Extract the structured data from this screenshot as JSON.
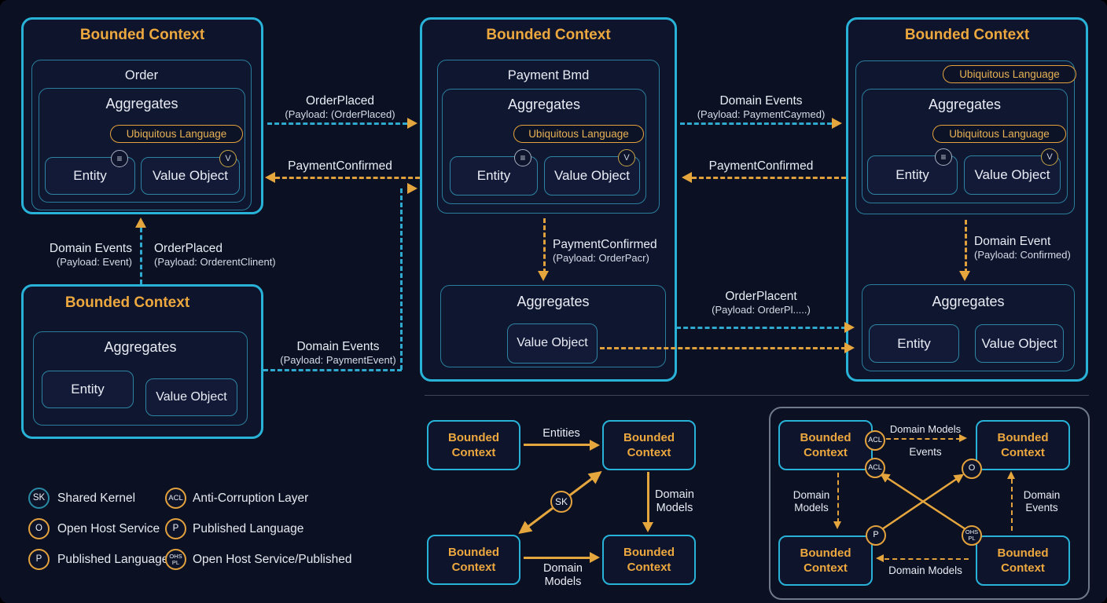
{
  "colors": {
    "background": "#0b1022",
    "context_border": "#29b2d8",
    "inner_border": "#2a7e9c",
    "accent_orange": "#e6a63e",
    "title_orange": "#eca83f",
    "text_white": "#e9ecf4",
    "dashed_cyan": "#2fa9ce",
    "container_gray": "#6f7989"
  },
  "contexts": {
    "order": {
      "title": "Bounded Context",
      "name": "Order",
      "aggregates_label": "Aggregates",
      "pill": "Ubiquitous Language",
      "entity": "Entity",
      "value_object": "Value Object"
    },
    "payment": {
      "title": "Bounded Context",
      "name": "Payment Bmd",
      "aggregates_label": "Aggregates",
      "pill": "Ubiquitous Language",
      "entity": "Entity",
      "value_object": "Value Object",
      "lower_aggregates_label": "Aggregates",
      "lower_value_object": "Value Object"
    },
    "right": {
      "title": "Bounded Context",
      "outer_pill": "Ubiquitous Language",
      "aggregates_label": "Aggregates",
      "pill": "Ubiquitous Language",
      "entity": "Entity",
      "value_object": "Value Object",
      "lower_aggregates_label": "Aggregates",
      "lower_entity": "Entity",
      "lower_value_object": "Value Object"
    },
    "bottom_left": {
      "title": "Bounded Context",
      "aggregates_label": "Aggregates",
      "entity": "Entity",
      "value_object": "Value Object"
    }
  },
  "edges": {
    "order_placed": {
      "title": "OrderPlaced",
      "payload": "(Payload: (OrderPlaced)"
    },
    "payment_confirmed_left": {
      "title": "PaymentConfirmed"
    },
    "domain_events_up": {
      "title": "Domain Events",
      "payload": "(Payload: Event)"
    },
    "order_placed_up": {
      "title": "OrderPlaced",
      "payload": "(Payload: OrderentClinent)"
    },
    "domain_events_payment": {
      "title": "Domain Events",
      "payload": "(Payload: PaymentEvent)"
    },
    "domain_events_right": {
      "title": "Domain Events",
      "payload": "(Payload: PaymentCaymed)"
    },
    "payment_confirmed_right": {
      "title": "PaymentConfirmed"
    },
    "payment_confirmed_down": {
      "title": "PaymentConfirmed",
      "payload": "(Payload: OrderPacr)"
    },
    "domain_event_confirmed": {
      "title": "Domain Event",
      "payload": "(Payload: Confirmed)"
    },
    "order_placent": {
      "title": "OrderPlacent",
      "payload": "(Payload: OrderPl.....)"
    }
  },
  "icons": {
    "entity_glyph": "≡",
    "value_object_glyph": "V"
  },
  "legend": {
    "items": [
      {
        "badge": "SK",
        "label": "Shared Kernel"
      },
      {
        "badge": "ACL",
        "label": "Anti-Corruption Layer"
      },
      {
        "badge": "O",
        "label": "Open Host Service"
      },
      {
        "badge": "P",
        "label": "Published Language"
      },
      {
        "badge": "P",
        "label": "Published Language"
      },
      {
        "badge": "OHS PL",
        "label": "Open Host Service/Published"
      }
    ]
  },
  "mini_map": {
    "box_label": "Bounded Context",
    "entities_label": "Entities",
    "sk_badge": "SK",
    "domain_models_right": "Domain Models",
    "domain_models_bottom": "Domain Models"
  },
  "context_map": {
    "box_label": "Bounded Context",
    "domain_models_top": "Domain Models",
    "events_label": "Events",
    "acl_badge": "ACL",
    "o_badge": "O",
    "p_badge": "P",
    "ohs_pl_badge": "OHS PL",
    "domain_models_left": "Domain Models",
    "domain_events_right": "Domain Events",
    "domain_models_bottom": "Domain Models"
  }
}
